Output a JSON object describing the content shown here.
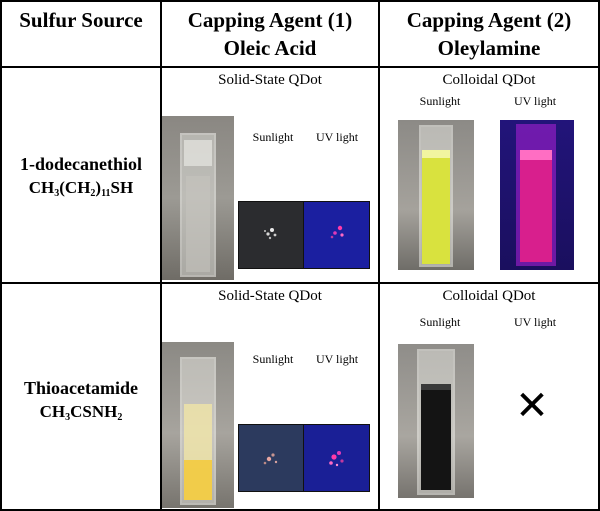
{
  "header": {
    "col1": "Sulfur Source",
    "col2_line1": "Capping Agent (1)",
    "col2_line2": "Oleic Acid",
    "col3_line1": "Capping Agent (2)",
    "col3_line2": "Oleylamine"
  },
  "rows": [
    {
      "source_name": "1-dodecanethiol",
      "formula_parts": [
        "CH",
        "3",
        "(CH",
        "2",
        ")",
        "11",
        "SH"
      ],
      "solid_caption": "Solid-State QDot",
      "solid_sun": "Sunlight",
      "solid_uv": "UV light",
      "colloid_caption": "Colloidal QDot",
      "colloid_sun": "Sunlight",
      "colloid_uv": "UV light"
    },
    {
      "source_name": "Thioacetamide",
      "formula_parts": [
        "CH",
        "3",
        "CSNH",
        "2"
      ],
      "solid_caption": "Solid-State QDot",
      "solid_sun": "Sunlight",
      "solid_uv": "UV light",
      "colloid_caption": "Colloidal QDot",
      "colloid_sun": "Sunlight",
      "colloid_uv": "UV light",
      "no_uv_symbol": "✕"
    }
  ]
}
